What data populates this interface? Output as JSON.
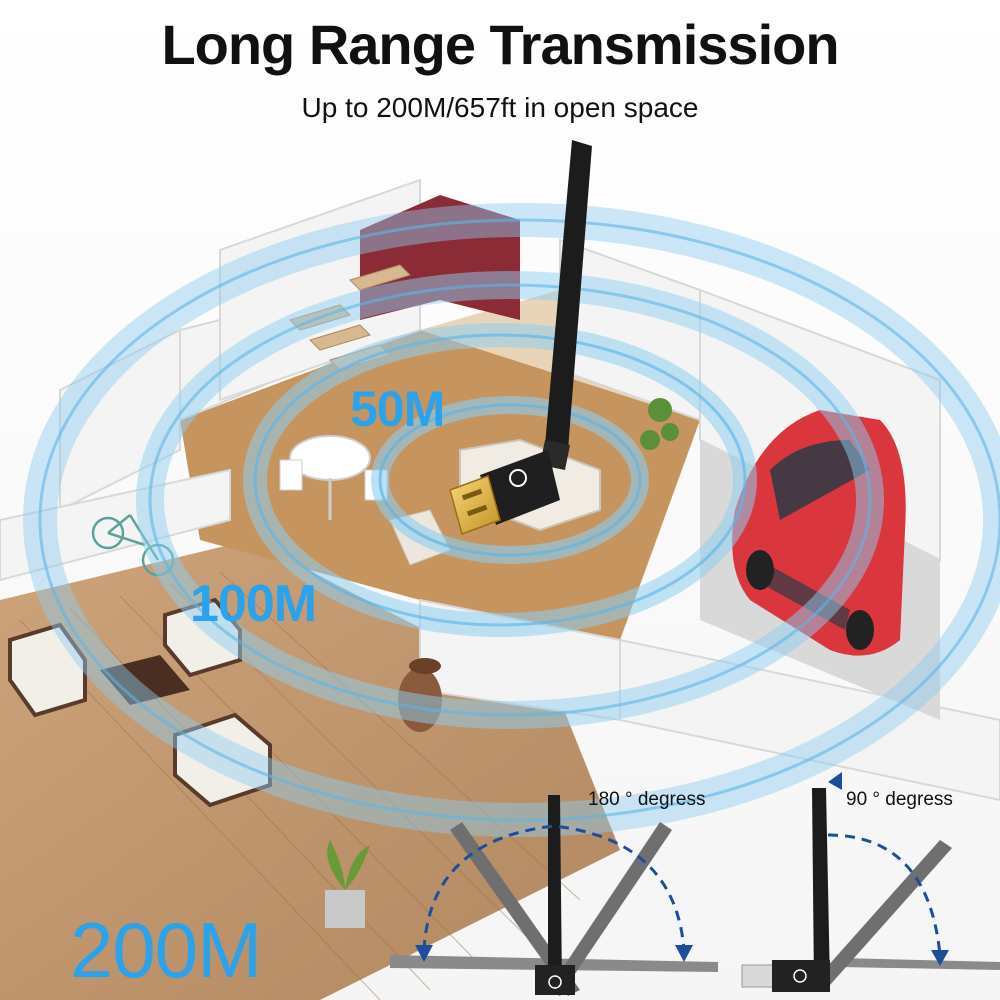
{
  "header": {
    "title": "Long Range Transmission",
    "subtitle": "Up to 200M/657ft in open space"
  },
  "ranges": {
    "r50": "50M",
    "r100": "100M",
    "r200": "200M"
  },
  "angles": {
    "a180": "180 ° degress",
    "a90": "90 ° degress"
  },
  "colors": {
    "signal_blue": "#2aa3ea",
    "wave_blue": "#9fd4f2",
    "antenna_black": "#1a1a1a",
    "wall_white": "#f2f2f2",
    "floor_wood": "#b8865a",
    "car_red": "#d9363e"
  }
}
